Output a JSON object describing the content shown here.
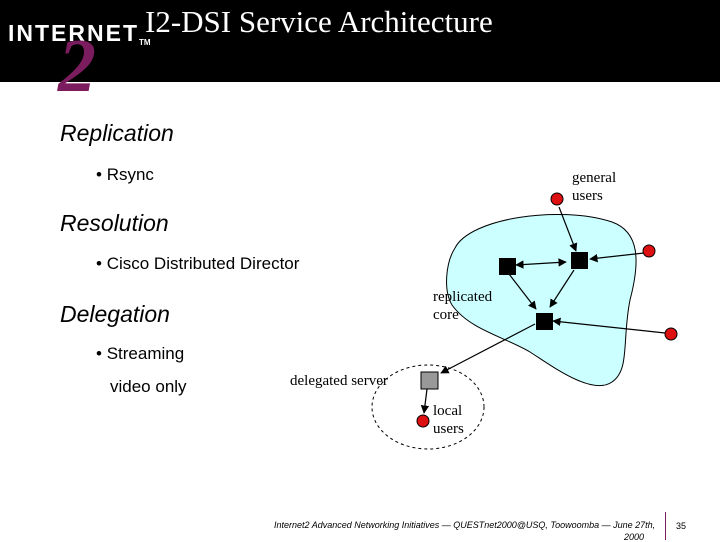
{
  "header": {
    "logo_word": "INTERNET",
    "logo_tm": "TM",
    "logo_number": "2",
    "title": "I2-DSI Service Architecture"
  },
  "content": {
    "sections": [
      {
        "heading": "Replication",
        "bullets": [
          "Rsync"
        ]
      },
      {
        "heading": "Resolution",
        "bullets": [
          "Cisco Distributed Director"
        ]
      },
      {
        "heading": "Delegation",
        "bullets": [
          "Streaming"
        ],
        "continuation": "video only"
      }
    ]
  },
  "diagram": {
    "labels": {
      "general_users": [
        "general",
        "users"
      ],
      "replicated_core": [
        "replicated",
        "core"
      ],
      "delegated_server": "delegated server",
      "local_users": [
        "local",
        "users"
      ]
    },
    "colors": {
      "core_region": "#ccffff",
      "user_node": "#dd1111",
      "core_server": "#000000",
      "delegated_server": "#999999"
    }
  },
  "footer": {
    "text": "Internet2 Advanced Networking Initiatives — QUESTnet2000@USQ, Toowoomba — June 27th,",
    "text_line2": "2000",
    "page": "35"
  }
}
